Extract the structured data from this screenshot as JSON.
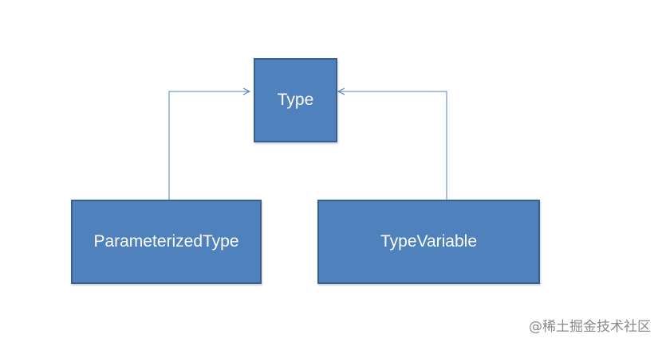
{
  "colors": {
    "box_fill": "#4f81bd",
    "box_border": "#3a5f8f",
    "connector": "#4f81bd",
    "watermark": "#8a8a8a"
  },
  "diagram": {
    "type": "class-hierarchy",
    "nodes": [
      {
        "id": "type",
        "label": "Type"
      },
      {
        "id": "parameterized_type",
        "label": "ParameterizedType"
      },
      {
        "id": "type_variable",
        "label": "TypeVariable"
      }
    ],
    "edges": [
      {
        "from": "parameterized_type",
        "to": "type",
        "arrow": "open"
      },
      {
        "from": "type_variable",
        "to": "type",
        "arrow": "open"
      }
    ]
  },
  "watermark": {
    "text": "@稀土掘金技术社区"
  }
}
